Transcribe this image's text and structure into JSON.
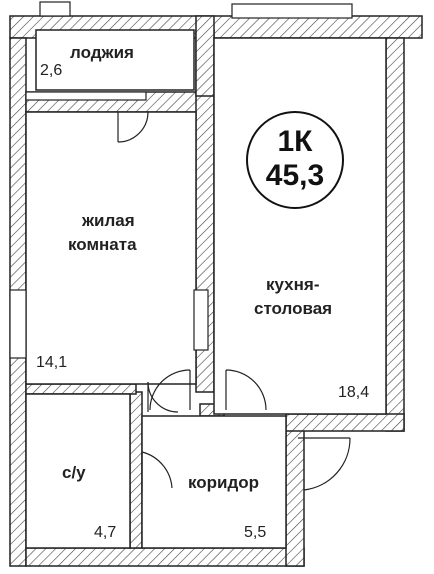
{
  "apartment": {
    "type": "1К",
    "total_area": "45,3"
  },
  "rooms": {
    "loggia": {
      "name": "лоджия",
      "area": "2,6"
    },
    "living": {
      "name_line1": "жилая",
      "name_line2": "комната",
      "area": "14,1"
    },
    "kitchen": {
      "name_line1": "кухня-",
      "name_line2": "столовая",
      "area": "18,4"
    },
    "bathroom": {
      "name": "с/у",
      "area": "4,7"
    },
    "corridor": {
      "name": "коридор",
      "area": "5,5"
    }
  },
  "colors": {
    "wall": "#222222",
    "hatch": "#555555",
    "background": "#ffffff"
  }
}
